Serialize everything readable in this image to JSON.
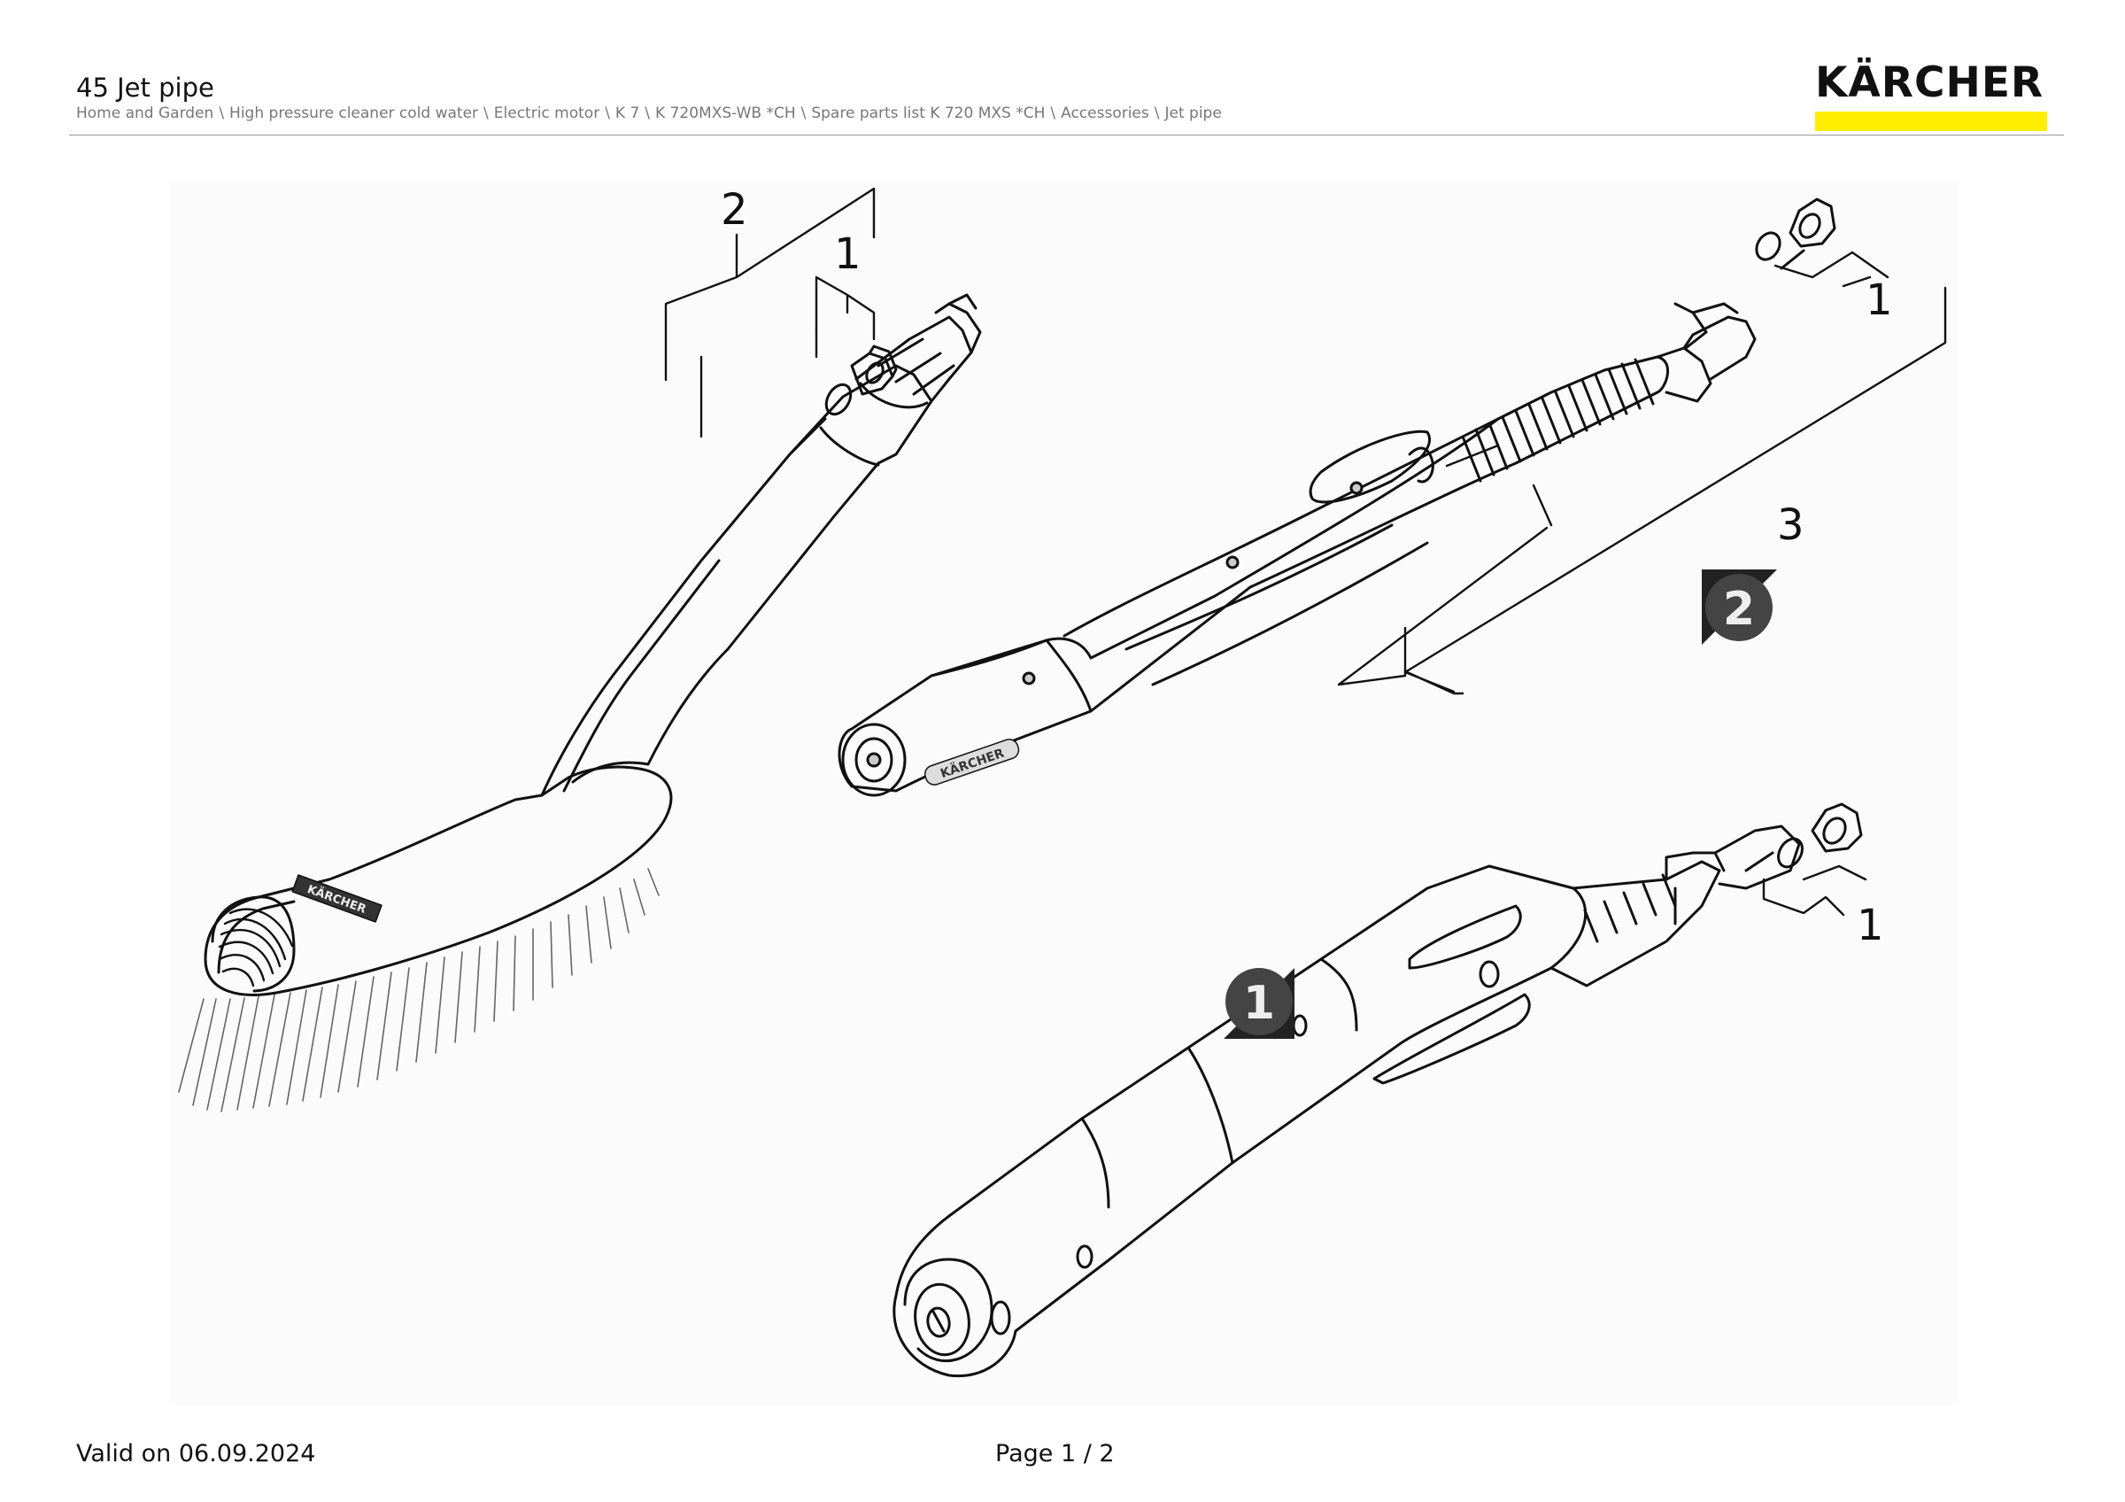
{
  "header": {
    "title": "45 Jet pipe",
    "breadcrumb": [
      "Home and Garden",
      "High pressure cleaner cold water",
      "Electric motor",
      "K 7",
      "K 720MXS-WB *CH",
      "Spare parts list K 720 MXS *CH",
      "Accessories",
      "Jet pipe"
    ],
    "logo": "KÄRCHER",
    "brand_color": "#ffed00"
  },
  "drawing": {
    "callouts": [
      "2",
      "1",
      "1",
      "3",
      "1"
    ],
    "group_badges": [
      "2",
      "1"
    ],
    "product_brand": "KÄRCHER"
  },
  "footer": {
    "valid": "Valid on 06.09.2024",
    "page": "Page 1 / 2"
  }
}
